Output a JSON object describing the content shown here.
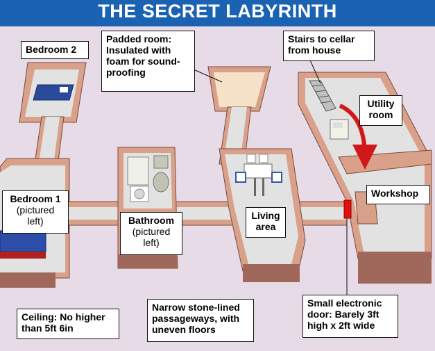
{
  "title": "THE SECRET LABYRINTH",
  "labels": {
    "bedroom2": "Bedroom 2",
    "padded": [
      "Padded room:",
      "Insulated with",
      "foam for sound-",
      "proofing"
    ],
    "stairs": [
      "Stairs to cellar",
      "from house"
    ],
    "utility": [
      "Utility",
      "room"
    ],
    "bedroom1": [
      "Bedroom 1",
      "(pictured",
      "left)"
    ],
    "bathroom": [
      "Bathroom",
      "(pictured",
      "left)"
    ],
    "living": [
      "Living",
      "area"
    ],
    "workshop": "Workshop",
    "ceiling": [
      "Ceiling: No higher",
      "than 5ft 6in"
    ],
    "passageways": [
      "Narrow stone-lined",
      "passageways, with",
      "uneven floors"
    ],
    "door": [
      "Small electronic",
      "door: Barely 3ft",
      "high x 2ft wide"
    ]
  },
  "colors": {
    "title_bar": "#1b63b2",
    "background": "#e6dbe6",
    "wall_top": "#d9a08a",
    "wall_face": "#a0685a",
    "floor": "#e2e2e2",
    "arrow": "#d01818",
    "door": "#e01010"
  }
}
